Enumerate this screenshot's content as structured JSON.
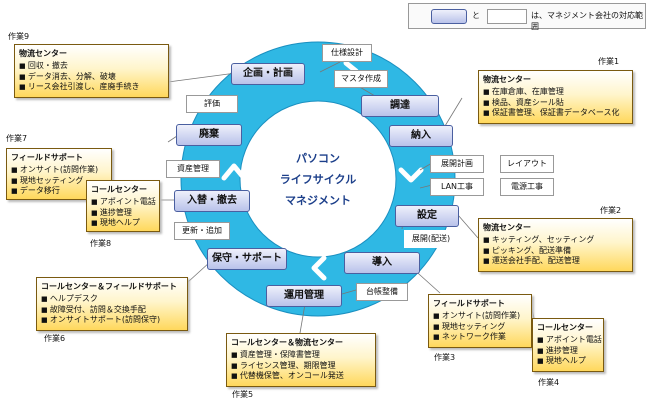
{
  "legend": {
    "and": "と",
    "text": "は、マネジメント会社の対応範囲"
  },
  "center": {
    "line1": "パソコン",
    "line2": "ライフサイクル",
    "line3": "マネジメント"
  },
  "steps": {
    "kikaku": "企画・計画",
    "chotatsu": "調達",
    "nonyu": "納入",
    "settei": "設定",
    "donyu": "導入",
    "unyo": "運用管理",
    "hoshu": "保守・サポート",
    "irekae": "入替・撤去",
    "haiki": "廃棄"
  },
  "white_boxes": {
    "shiyo": "仕様設計",
    "master": "マスタ作成",
    "hyoka": "評価",
    "shisan": "資産管理",
    "koshin": "更新・追加",
    "tenkai_keikaku": "展開計画",
    "layout": "レイアウト",
    "lan": "LAN工事",
    "dengen": "電源工事",
    "tenkai_sessha": "展開(配送)",
    "daicho": "台帳整備"
  },
  "work_labels": {
    "w1": "作業1",
    "w2": "作業2",
    "w3": "作業3",
    "w4": "作業4",
    "w5": "作業5",
    "w6": "作業6",
    "w7": "作業7",
    "w8": "作業8",
    "w9": "作業9"
  },
  "boxes": {
    "w9": {
      "title": "物流センター",
      "items": [
        "回収・撤去",
        "データ消去、分解、破壊",
        "リース会社引渡し、産廃手続き"
      ]
    },
    "w1": {
      "title": "物流センター",
      "items": [
        "在庫倉庫、在庫管理",
        "検品、資産シール貼",
        "保証書管理、保証書データベース化"
      ]
    },
    "w7": {
      "title": "フィールドサポート",
      "items": [
        "オンサイト(訪問作業)",
        "現地セッティング",
        "データ移行"
      ]
    },
    "w8": {
      "title": "コールセンター",
      "items": [
        "アポイント電話",
        "進捗管理",
        "現地ヘルプ"
      ]
    },
    "w2": {
      "title": "物流センター",
      "items": [
        "キッティング、セッティング",
        "ピッキング、配送準備",
        "運送会社手配、配送管理"
      ]
    },
    "w6": {
      "title": "コールセンター＆フィールドサポート",
      "items": [
        "ヘルプデスク",
        "故障受付、訪問＆交換手配",
        "オンサイトサポート(訪問保守)"
      ]
    },
    "w3": {
      "title": "フィールドサポート",
      "items": [
        "オンサイト(訪問作業)",
        "現地セッティング",
        "ネットワーク作業"
      ]
    },
    "w4": {
      "title": "コールセンター",
      "items": [
        "アポイント電話",
        "進捗管理",
        "現地ヘルプ"
      ]
    },
    "w5": {
      "title": "コールセンター＆物流センター",
      "items": [
        "資産管理・保障書管理",
        "ライセンス管理、期限管理",
        "代替機保管、オンコール発送"
      ]
    }
  }
}
